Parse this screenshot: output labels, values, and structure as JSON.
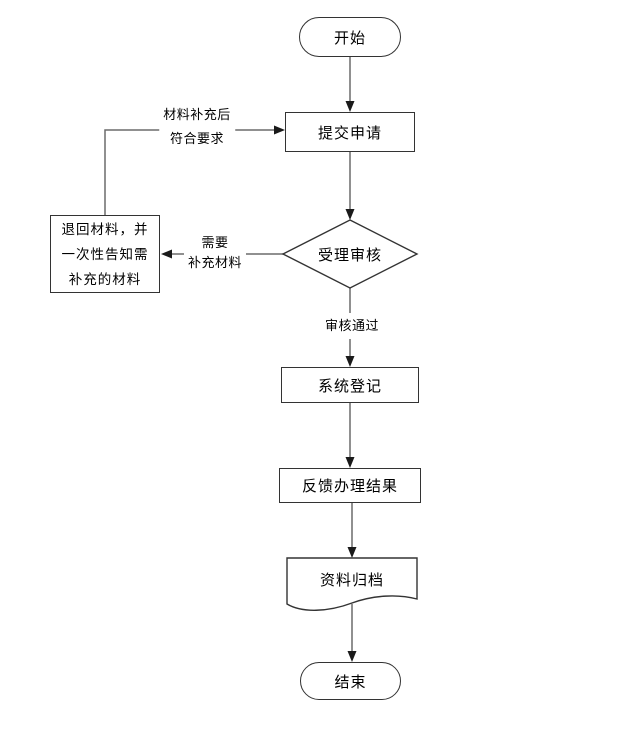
{
  "diagram": {
    "type": "flowchart",
    "language": "zh-CN",
    "colors": {
      "background": "#ffffff",
      "shape_border": "#333333",
      "shape_fill": "#ffffff",
      "connector_line": "#6b6b6b",
      "arrowhead": "#1a1a1a",
      "text": "#000000"
    },
    "nodes": {
      "start": {
        "type": "terminator",
        "label": "开始"
      },
      "submit": {
        "type": "process",
        "label": "提交申请"
      },
      "review": {
        "type": "decision",
        "label": "受理审核"
      },
      "return_materials": {
        "type": "process",
        "lines": [
          "退回材料，并",
          "一次性告知需",
          "补充的材料"
        ]
      },
      "register": {
        "type": "process",
        "label": "系统登记"
      },
      "feedback": {
        "type": "process",
        "label": "反馈办理结果"
      },
      "archive": {
        "type": "document",
        "label": "资料归档"
      },
      "end": {
        "type": "terminator",
        "label": "结束"
      }
    },
    "edge_labels": {
      "resubmit": {
        "lines": [
          "材料补充后",
          "符合要求"
        ]
      },
      "need_supplement": {
        "lines": [
          "需要",
          "补充材料"
        ]
      },
      "approved": {
        "label": "审核通过"
      }
    },
    "edges": [
      {
        "from": "start",
        "to": "submit"
      },
      {
        "from": "submit",
        "to": "review"
      },
      {
        "from": "review",
        "to": "return_materials",
        "label": "需要补充材料"
      },
      {
        "from": "return_materials",
        "to": "submit",
        "label": "材料补充后符合要求"
      },
      {
        "from": "review",
        "to": "register",
        "label": "审核通过"
      },
      {
        "from": "register",
        "to": "feedback"
      },
      {
        "from": "feedback",
        "to": "archive"
      },
      {
        "from": "archive",
        "to": "end"
      }
    ]
  }
}
